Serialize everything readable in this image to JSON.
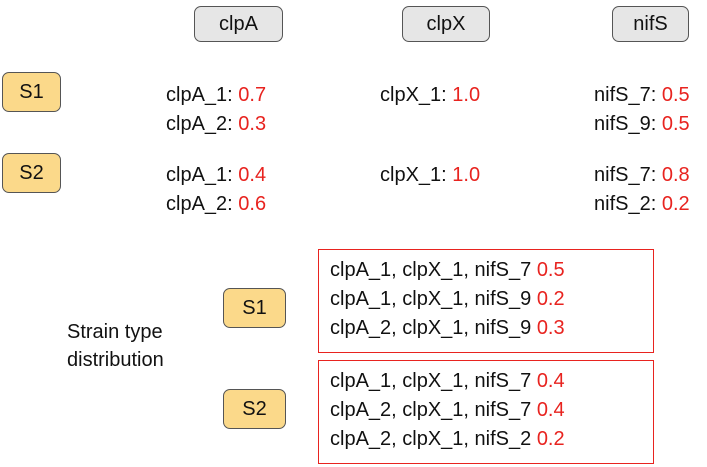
{
  "genes": [
    "clpA",
    "clpX",
    "nifS"
  ],
  "samples": [
    {
      "label": "S1",
      "alleles": [
        [
          {
            "name": "clpA_1",
            "value": "0.7"
          },
          {
            "name": "clpA_2",
            "value": "0.3"
          }
        ],
        [
          {
            "name": "clpX_1",
            "value": "1.0"
          }
        ],
        [
          {
            "name": "nifS_7",
            "value": "0.5"
          },
          {
            "name": "nifS_9",
            "value": "0.5"
          }
        ]
      ]
    },
    {
      "label": "S2",
      "alleles": [
        [
          {
            "name": "clpA_1",
            "value": "0.4"
          },
          {
            "name": "clpA_2",
            "value": "0.6"
          }
        ],
        [
          {
            "name": "clpX_1",
            "value": "1.0"
          }
        ],
        [
          {
            "name": "nifS_7",
            "value": "0.8"
          },
          {
            "name": "nifS_2",
            "value": "0.2"
          }
        ]
      ]
    }
  ],
  "distribution": {
    "label_line1": "Strain type",
    "label_line2": "distribution",
    "samples": [
      {
        "label": "S1",
        "strains": [
          {
            "types": "clpA_1, clpX_1, nifS_7",
            "value": "0.5"
          },
          {
            "types": "clpA_1, clpX_1, nifS_9",
            "value": "0.2"
          },
          {
            "types": "clpA_2, clpX_1, nifS_9",
            "value": "0.3"
          }
        ]
      },
      {
        "label": "S2",
        "strains": [
          {
            "types": "clpA_1, clpX_1, nifS_7",
            "value": "0.4"
          },
          {
            "types": "clpA_2, clpX_1, nifS_7",
            "value": "0.4"
          },
          {
            "types": "clpA_2, clpX_1, nifS_2",
            "value": "0.2"
          }
        ]
      }
    ]
  },
  "colors": {
    "value_red": "#e8231f",
    "badge_fill": "#fbd98a",
    "header_fill": "#e6e6e6",
    "outline": "#555555"
  }
}
